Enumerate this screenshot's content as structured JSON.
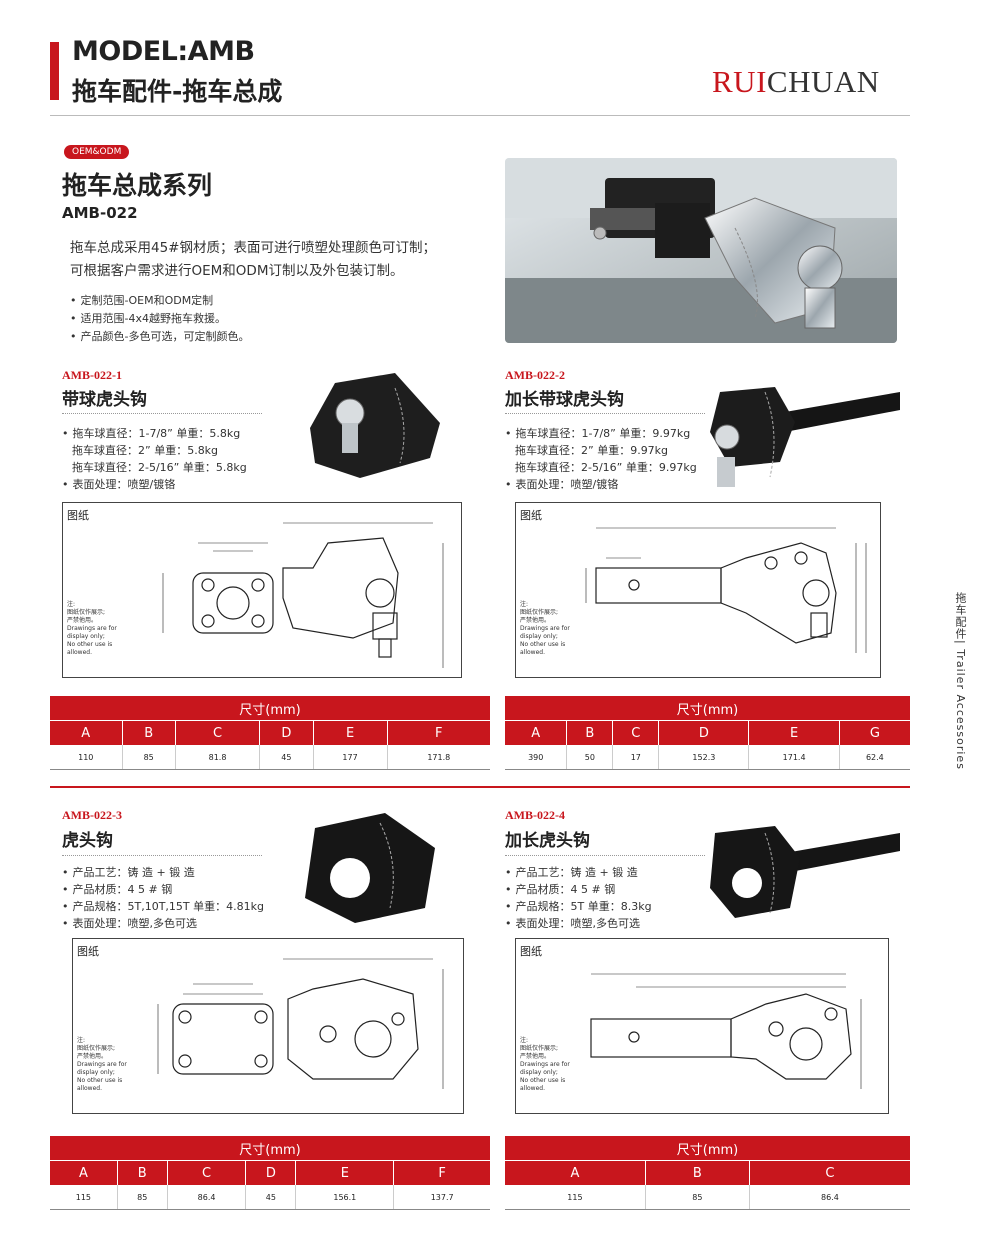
{
  "header": {
    "model": "MODEL:AMB",
    "subtitle": "拖车配件-拖车总成",
    "brand_red": "RUI",
    "brand_rest": "CHUAN"
  },
  "intro": {
    "badge": "OEM&ODM",
    "title": "拖车总成系列",
    "code": "AMB-022",
    "desc_1": "拖车总成采用45#钢材质；表面可进行喷塑处理颜色可订制；",
    "desc_2": "可根据客户需求进行OEM和ODM订制以及外包装订制。",
    "bullets": [
      "定制范围-OEM和ODM定制",
      "适用范围-4x4越野拖车救援。",
      "产品颜色-多色可选，可定制颜色。"
    ]
  },
  "side_label": "拖车配件| Trailer Accessories",
  "drawing_label": "图纸",
  "drawing_note": [
    "注:",
    "图纸仅作展示;",
    "严禁他用。",
    "Drawings are for",
    "display only;",
    "No other use is",
    "allowed."
  ],
  "products": [
    {
      "code": "AMB-022-1",
      "name": "带球虎头钩",
      "specs": [
        {
          "bullet": true,
          "text": "拖车球直径：1-7/8” 单重：5.8kg"
        },
        {
          "bullet": false,
          "text": "拖车球直径：2” 单重：5.8kg"
        },
        {
          "bullet": false,
          "text": "拖车球直径：2-5/16” 单重：5.8kg"
        },
        {
          "bullet": true,
          "text": "表面处理：喷塑/镀铬"
        }
      ],
      "table_title": "尺寸(mm)",
      "columns": [
        "A",
        "B",
        "C",
        "D",
        "E",
        "F"
      ],
      "values": [
        "110",
        "85",
        "81.8",
        "45",
        "177",
        "171.8"
      ]
    },
    {
      "code": "AMB-022-2",
      "name": "加长带球虎头钩",
      "specs": [
        {
          "bullet": true,
          "text": "拖车球直径：1-7/8” 单重：9.97kg"
        },
        {
          "bullet": false,
          "text": "拖车球直径：2” 单重：9.97kg"
        },
        {
          "bullet": false,
          "text": "拖车球直径：2-5/16” 单重：9.97kg"
        },
        {
          "bullet": true,
          "text": "表面处理：喷塑/镀铬"
        }
      ],
      "table_title": "尺寸(mm)",
      "columns": [
        "A",
        "B",
        "C",
        "D",
        "E",
        "G"
      ],
      "values": [
        "390",
        "50",
        "17",
        "152.3",
        "171.4",
        "62.4"
      ]
    },
    {
      "code": "AMB-022-3",
      "name": "虎头钩",
      "specs": [
        {
          "bullet": true,
          "text": "产品工艺：铸 造 + 锻 造"
        },
        {
          "bullet": true,
          "text": "产品材质：4 5 # 钢"
        },
        {
          "bullet": true,
          "text": "产品规格：5T,10T,15T 单重：4.81kg"
        },
        {
          "bullet": true,
          "text": "表面处理：喷塑,多色可选"
        }
      ],
      "table_title": "尺寸(mm)",
      "columns": [
        "A",
        "B",
        "C",
        "D",
        "E",
        "F"
      ],
      "values": [
        "115",
        "85",
        "86.4",
        "45",
        "156.1",
        "137.7"
      ]
    },
    {
      "code": "AMB-022-4",
      "name": "加长虎头钩",
      "specs": [
        {
          "bullet": true,
          "text": "产品工艺：铸 造 + 锻 造"
        },
        {
          "bullet": true,
          "text": "产品材质：4 5 # 钢"
        },
        {
          "bullet": true,
          "text": "产品规格：5T 单重：8.3kg"
        },
        {
          "bullet": true,
          "text": "表面处理：喷塑,多色可选"
        }
      ],
      "table_title": "尺寸(mm)",
      "columns": [
        "A",
        "B",
        "C"
      ],
      "values": [
        "115",
        "85",
        "86.4"
      ]
    }
  ],
  "colors": {
    "accent": "#c8161d"
  }
}
